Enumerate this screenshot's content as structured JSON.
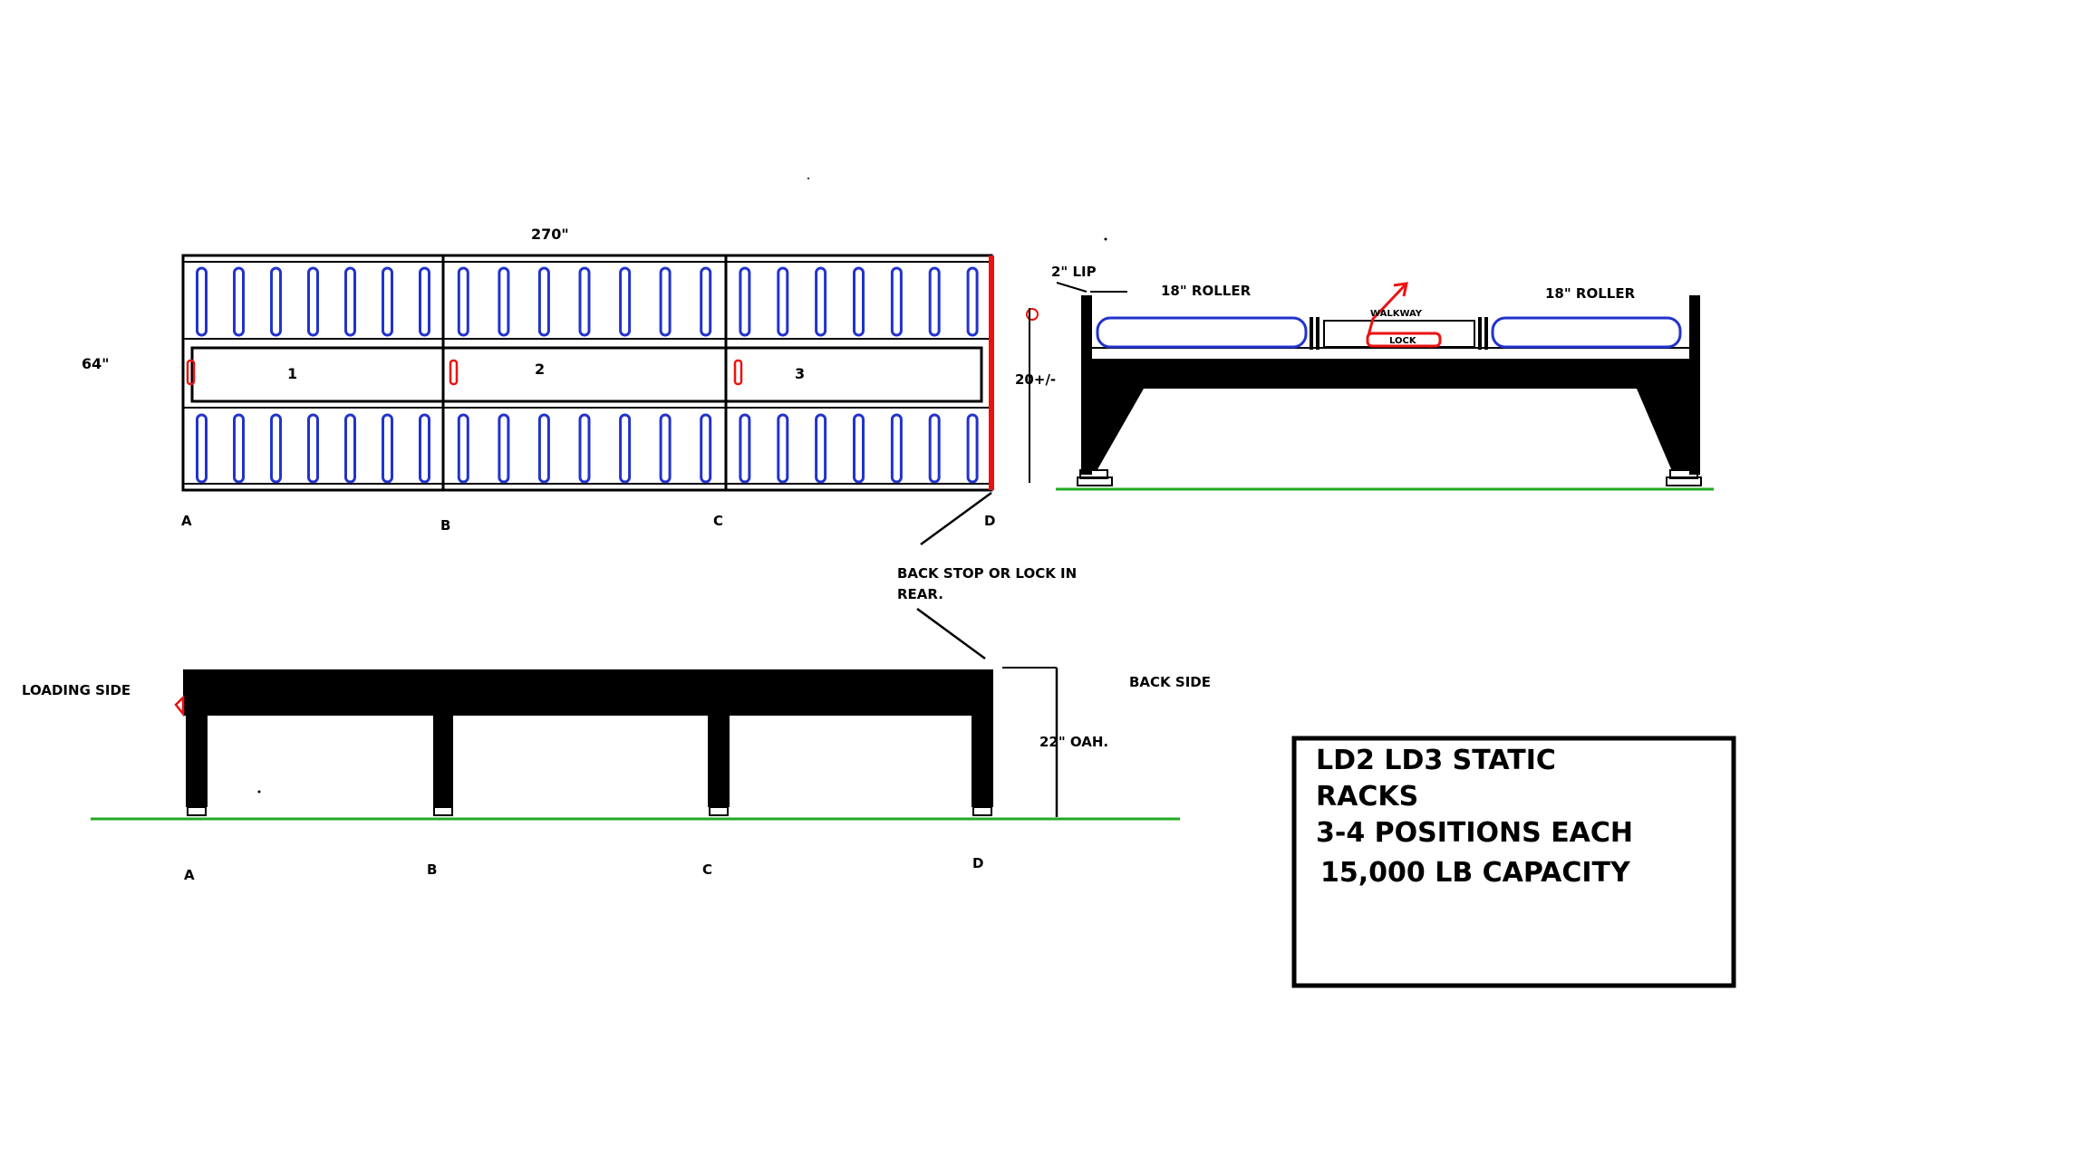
{
  "colors": {
    "line": "#000000",
    "roller": "#2233cc",
    "lock": "#ee1111",
    "ground": "#22aa22",
    "background": "#ffffff"
  },
  "top_view": {
    "length_label": "270\"",
    "width_label": "64\"",
    "positions": [
      "1",
      "2",
      "3"
    ],
    "column_labels": [
      "A",
      "B",
      "C",
      "D"
    ],
    "rollers_per_row": [
      7,
      7,
      7
    ]
  },
  "end_view": {
    "lip_label": "2\" LIP",
    "left_roller_label": "18\" ROLLER",
    "right_roller_label": "18\" ROLLER",
    "walkway_label": "WALKWAY",
    "lock_label": "LOCK",
    "height_label": "20+/-"
  },
  "side_view": {
    "back_stop_label_line1": "BACK STOP OR LOCK IN",
    "back_stop_label_line2": "REAR.",
    "loading_side_label": "LOADING SIDE",
    "back_side_label": "BACK SIDE",
    "height_label": "22\" OAH.",
    "leg_labels": [
      "A",
      "B",
      "C",
      "D"
    ]
  },
  "info_box": {
    "line1": "LD2 LD3 STATIC",
    "line2": "RACKS",
    "line3": "3-4 POSITIONS EACH",
    "line4": "15,000 LB CAPACITY"
  }
}
